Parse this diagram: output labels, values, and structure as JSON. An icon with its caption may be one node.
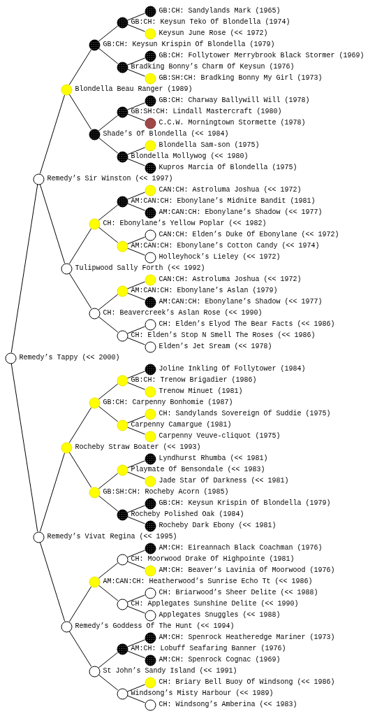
{
  "diagram": {
    "nodes": [
      {
        "text": [
          "GB:CH: Sandylands Mark (1965)"
        ]
      },
      {
        "text": [
          "GB:CH: Keysun Teko Of Blondella (1974)"
        ]
      },
      {
        "text": [
          "Keysun June Rose (<< 1972)"
        ]
      },
      {
        "text": [
          "GB:CH: Keysun Krispin Of Blondella (1979)"
        ]
      },
      {
        "text": [
          "GB:CH: Follytower Merrybrook Black Stormer (1969)"
        ]
      },
      {
        "text": [
          "Bradking Bonny’s Charm Of Keysun (1976)"
        ]
      },
      {
        "text": [
          "GB:SH:CH: Bradking Bonny My Girl (1973)"
        ]
      },
      {
        "text": [
          "Blondella Beau Ranger (1989)"
        ]
      },
      {
        "text": [
          "GB:CH: Charway Ballywill Will (1978)"
        ]
      },
      {
        "text": [
          "GB:SH:CH: Lindall Mastercraft (1980)"
        ]
      },
      {
        "text": [
          "C.C.W. Morningtown Stormette (1978)"
        ]
      },
      {
        "text": [
          "Shade’s Of Blondella (<< 1984)"
        ]
      },
      {
        "text": [
          "Blondella Sam-son (1975)"
        ]
      },
      {
        "text": [
          "Blondella Mollywog (<< 1980)"
        ]
      },
      {
        "text": [
          "Kupros Marcia Of Blondella (1975)"
        ]
      },
      {
        "text": [
          "Remedy’s Sir Winston (<< 1997)"
        ]
      },
      {
        "text": [
          "CAN:CH: Astroluma Joshua (<< 1972)"
        ]
      },
      {
        "text": [
          "AM:CAN:CH: Ebonylane’s Midnite Bandit (1981)"
        ]
      },
      {
        "text": [
          "AM:CAN:CH: Ebonylane’s Shadow (<< 1977)"
        ]
      },
      {
        "text": [
          "CH: Ebonylane’s Yellow Poplar (<< 1982)"
        ]
      },
      {
        "text": [
          "CAN:CH: Elden’s Duke Of Ebonylane (<< 1972)"
        ]
      },
      {
        "text": [
          "AM:CAN:CH: Ebonylane’s Cotton Candy (<< 1974)"
        ]
      },
      {
        "text": [
          "Holleyhock’s Lieley (<< 1972)"
        ]
      },
      {
        "text": [
          "Tulipwood Sally Forth (<< 1992)"
        ]
      },
      {
        "text": [
          "CAN:CH: Astroluma Joshua (<< 1972)"
        ]
      },
      {
        "text": [
          "AM:CAN:CH: Ebonylane’s Aslan (1979)"
        ]
      },
      {
        "text": [
          "AM:CAN:CH: Ebonylane’s Shadow (<< 1977)"
        ]
      },
      {
        "text": [
          "CH: Beavercreek’s Aslan Rose (<< 1990)"
        ]
      },
      {
        "text": [
          "CH: Elden’s Elyod The Bear Facts (<< 1986)"
        ]
      },
      {
        "text": [
          "CH: Elden’s Stop N Smell The Roses (<< 1986)"
        ]
      },
      {
        "text": [
          "Elden’s Jet Sream (<< 1978)"
        ]
      },
      {
        "text": [
          "Remedy’s Tappy (<< 2000)"
        ]
      },
      {
        "text": [
          "Joline Inkling Of Follytower (1984)"
        ]
      },
      {
        "text": [
          "GB:CH: Trenow Brigadier (1986)"
        ]
      },
      {
        "text": [
          "Trenow Minuet (1981)"
        ]
      },
      {
        "text": [
          "GB:CH: Carpenny Bonhomie (1987)"
        ]
      },
      {
        "text": [
          "CH: Sandylands Sovereign Of Suddie (1975)"
        ]
      },
      {
        "text": [
          "Carpenny Camargue (1981)"
        ]
      },
      {
        "text": [
          "Carpenny Veuve-cliquot (1975)"
        ]
      },
      {
        "text": [
          "Rocheby Straw Boater (<< 1993)"
        ]
      },
      {
        "text": [
          "Lyndhurst Rhumba (<< 1981)"
        ]
      },
      {
        "text": [
          "Playmate Of Bensondale (<< 1983)"
        ]
      },
      {
        "text": [
          "Jade Star Of Darkness (<< 1981)"
        ]
      },
      {
        "text": [
          "GB:SH:CH: Rocheby Acorn (1985)"
        ]
      },
      {
        "text": [
          "GB:CH: Keysun Krispin Of Blondella (1979)"
        ]
      },
      {
        "text": [
          "Rocheby Polished Oak (1984)"
        ]
      },
      {
        "text": [
          "Rocheby Dark Ebony (<< 1981)"
        ]
      },
      {
        "text": [
          "Remedy’s Vivat Regina (<< 1995)"
        ]
      },
      {
        "text": [
          "AM:CH: Eireannach Black Coachman (1976)"
        ]
      },
      {
        "text": [
          "CH: Moorwood Drake Of Highpointe (1981)"
        ]
      },
      {
        "text": [
          "AM:CH: Beaver’s Lavinia Of Moorwood (1976)"
        ]
      },
      {
        "text": [
          "AM:CAN:CH: Heatherwood’s Sunrise Echo Tt (<< 1986)"
        ]
      },
      {
        "text": [
          "CH: Briarwood’s Sheer Delite (<< 1988)"
        ]
      },
      {
        "text": [
          "CH: Applegates Sunshine Delite (<< 1990)"
        ]
      },
      {
        "text": [
          "Applegates Snuggles (<< 1988)"
        ]
      },
      {
        "text": [
          "Remedy’s Goddess Of The Hunt (<< 1994)"
        ]
      },
      {
        "text": [
          "AM:CH: Spenrock Heatheredge Mariner (1973)"
        ]
      },
      {
        "text": [
          "AM:CH: Lobuff Seafaring Banner (1976)"
        ]
      },
      {
        "text": [
          "AM:CH: Spenrock Cognac (1969)"
        ]
      },
      {
        "text": [
          "St John’s Sandy Island (<< 1991)"
        ]
      },
      {
        "text": [
          "CH: Briary Bell Buoy Of Windsong (<< 1986)"
        ]
      },
      {
        "text": [
          "Windsong’s Misty Harbour (<< 1989)"
        ]
      },
      {
        "text": [
          "CH: Windsong’s Amberina (<< 1983)"
        ]
      }
    ],
    "edges": [
      {
        "from": 1,
        "to": 0,
        "arrow": "none"
      },
      {
        "from": 1,
        "to": 2,
        "arrow": "none"
      },
      {
        "from": 3,
        "to": 1,
        "arrow": "none"
      },
      {
        "from": 3,
        "to": 5,
        "arrow": "none"
      },
      {
        "from": 5,
        "to": 4,
        "arrow": "none"
      },
      {
        "from": 5,
        "to": 6,
        "arrow": "none"
      },
      {
        "from": 7,
        "to": 3,
        "arrow": "none"
      },
      {
        "from": 7,
        "to": 11,
        "arrow": "none"
      },
      {
        "from": 9,
        "to": 8,
        "arrow": "none"
      },
      {
        "from": 9,
        "to": 10,
        "arrow": "none"
      },
      {
        "from": 11,
        "to": 9,
        "arrow": "none"
      },
      {
        "from": 11,
        "to": 13,
        "arrow": "none"
      },
      {
        "from": 13,
        "to": 12,
        "arrow": "none"
      },
      {
        "from": 13,
        "to": 14,
        "arrow": "none"
      },
      {
        "from": 15,
        "to": 7,
        "arrow": "none"
      },
      {
        "from": 15,
        "to": 23,
        "arrow": "none"
      },
      {
        "from": 17,
        "to": 16,
        "arrow": "none"
      },
      {
        "from": 17,
        "to": 18,
        "arrow": "none"
      },
      {
        "from": 19,
        "to": 17,
        "arrow": "none"
      },
      {
        "from": 19,
        "to": 21,
        "arrow": "none"
      },
      {
        "from": 21,
        "to": 20,
        "arrow": "none"
      },
      {
        "from": 21,
        "to": 22,
        "arrow": "none"
      },
      {
        "from": 23,
        "to": 19,
        "arrow": "none"
      },
      {
        "from": 23,
        "to": 27,
        "arrow": "none"
      },
      {
        "from": 25,
        "to": 24,
        "arrow": "none"
      },
      {
        "from": 25,
        "to": 26,
        "arrow": "none"
      },
      {
        "from": 27,
        "to": 25,
        "arrow": "none"
      },
      {
        "from": 27,
        "to": 29,
        "arrow": "none"
      },
      {
        "from": 29,
        "to": 28,
        "arrow": "none"
      },
      {
        "from": 29,
        "to": 30,
        "arrow": "none"
      },
      {
        "from": 31,
        "to": 15,
        "arrow": "none"
      },
      {
        "from": 31,
        "to": 47,
        "arrow": "none"
      },
      {
        "from": 33,
        "to": 32,
        "arrow": "none"
      },
      {
        "from": 33,
        "to": 34,
        "arrow": "none"
      },
      {
        "from": 35,
        "to": 33,
        "arrow": "none"
      },
      {
        "from": 35,
        "to": 37,
        "arrow": "none"
      },
      {
        "from": 37,
        "to": 36,
        "arrow": "none"
      },
      {
        "from": 37,
        "to": 38,
        "arrow": "none"
      },
      {
        "from": 39,
        "to": 35,
        "arrow": "none"
      },
      {
        "from": 39,
        "to": 43,
        "arrow": "none"
      },
      {
        "from": 41,
        "to": 40,
        "arrow": "none"
      },
      {
        "from": 41,
        "to": 42,
        "arrow": "none"
      },
      {
        "from": 43,
        "to": 41,
        "arrow": "none"
      },
      {
        "from": 43,
        "to": 45,
        "arrow": "none"
      },
      {
        "from": 45,
        "to": 44,
        "arrow": "none"
      },
      {
        "from": 45,
        "to": 46,
        "arrow": "none"
      },
      {
        "from": 47,
        "to": 39,
        "arrow": "none"
      },
      {
        "from": 47,
        "to": 55,
        "arrow": "none"
      },
      {
        "from": 49,
        "to": 48,
        "arrow": "none"
      },
      {
        "from": 49,
        "to": 50,
        "arrow": "none"
      },
      {
        "from": 51,
        "to": 49,
        "arrow": "none"
      },
      {
        "from": 51,
        "to": 53,
        "arrow": "none"
      },
      {
        "from": 53,
        "to": 52,
        "arrow": "none"
      },
      {
        "from": 53,
        "to": 54,
        "arrow": "none"
      },
      {
        "from": 55,
        "to": 51,
        "arrow": "none"
      },
      {
        "from": 55,
        "to": 59,
        "arrow": "none"
      },
      {
        "from": 57,
        "to": 56,
        "arrow": "none"
      },
      {
        "from": 57,
        "to": 58,
        "arrow": "none"
      },
      {
        "from": 59,
        "to": 57,
        "arrow": "none"
      },
      {
        "from": 59,
        "to": 61,
        "arrow": "none"
      },
      {
        "from": 61,
        "to": 60,
        "arrow": "none"
      },
      {
        "from": 61,
        "to": 62,
        "arrow": "none"
      }
    ]
  }
}
